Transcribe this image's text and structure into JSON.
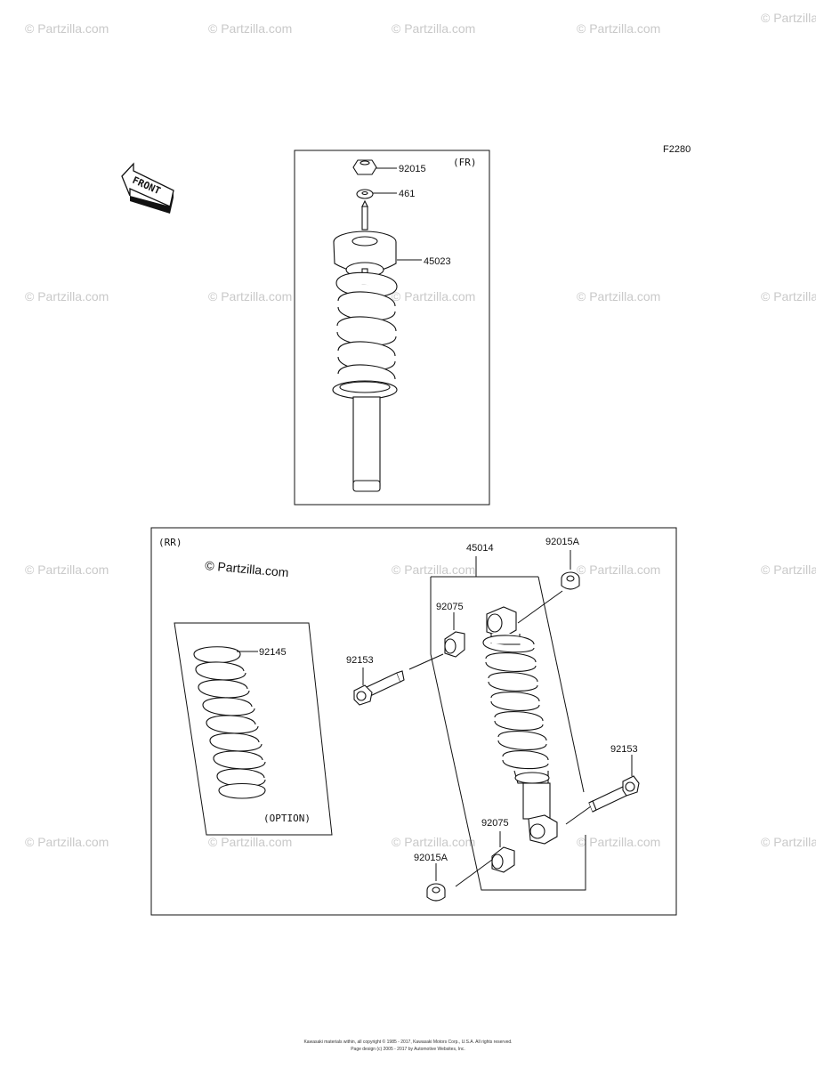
{
  "watermark": "© Partzilla.com",
  "figure_code": "F2280",
  "front_label": "FRONT",
  "front_section": {
    "tag": "(FR)",
    "parts": {
      "nut": "92015",
      "washer": "461",
      "shock": "45023"
    }
  },
  "rear_section": {
    "tag": "(RR)",
    "brand": "© Partzilla.com",
    "parts": {
      "shock": "45014",
      "cap_top": "92015A",
      "collar_top": "92075",
      "bolt_top": "92153",
      "bolt_bottom": "92153",
      "collar_bottom": "92075",
      "cap_bottom": "92015A",
      "spring": "92145"
    },
    "option": "(OPTION)"
  },
  "footer": {
    "line1": "Kawasaki materials within, all copyright © 1985 - 2017, Kawasaki Motors Corp., U.S.A. All rights reserved.",
    "line2": "Page design (c) 2005 - 2017 by Automotive Websites, Inc."
  }
}
